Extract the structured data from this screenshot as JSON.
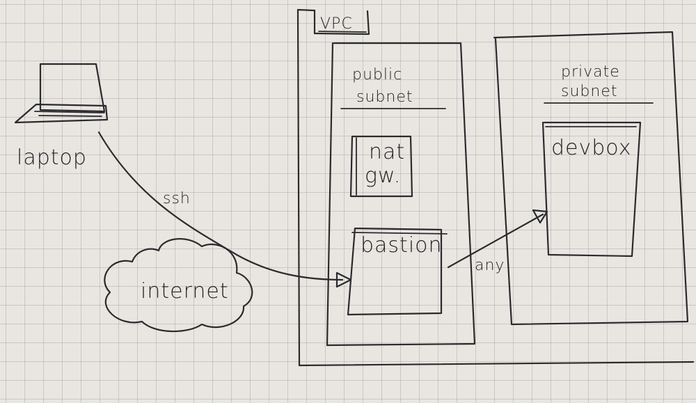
{
  "nodes": {
    "vpc": "VPC",
    "public_subnet_line1": "public",
    "public_subnet_line2": "subnet",
    "private_subnet_line1": "private",
    "private_subnet_line2": "subnet",
    "nat_line1": "nat",
    "nat_line2": "gw.",
    "bastion": "bastion",
    "devbox": "devbox",
    "laptop": "laptop",
    "internet": "internet"
  },
  "edges": {
    "laptop_to_bastion": "ssh",
    "bastion_to_devbox": "any"
  },
  "colors": {
    "ink": "#2a2a2e",
    "paper": "#e9e6e1",
    "grid": "#8a8a94"
  }
}
